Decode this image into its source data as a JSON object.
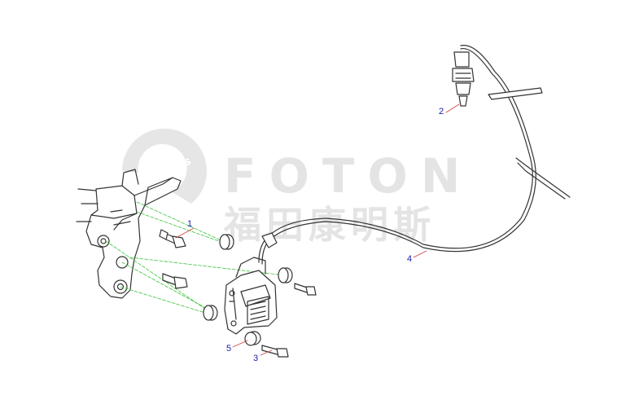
{
  "watermark": {
    "latin": "FOTON",
    "cjk": "福田康明斯",
    "logo_text": "mins"
  },
  "callouts": [
    {
      "id": "1",
      "label": "1"
    },
    {
      "id": "2",
      "label": "2"
    },
    {
      "id": "3",
      "label": "3"
    },
    {
      "id": "4",
      "label": "4"
    },
    {
      "id": "5",
      "label": "5"
    }
  ],
  "colors": {
    "line": "#333333",
    "callout_text": "#1a1aa8",
    "leader": "#d04040",
    "guide": "#3cc43c",
    "watermark": "#e4e4e4"
  }
}
